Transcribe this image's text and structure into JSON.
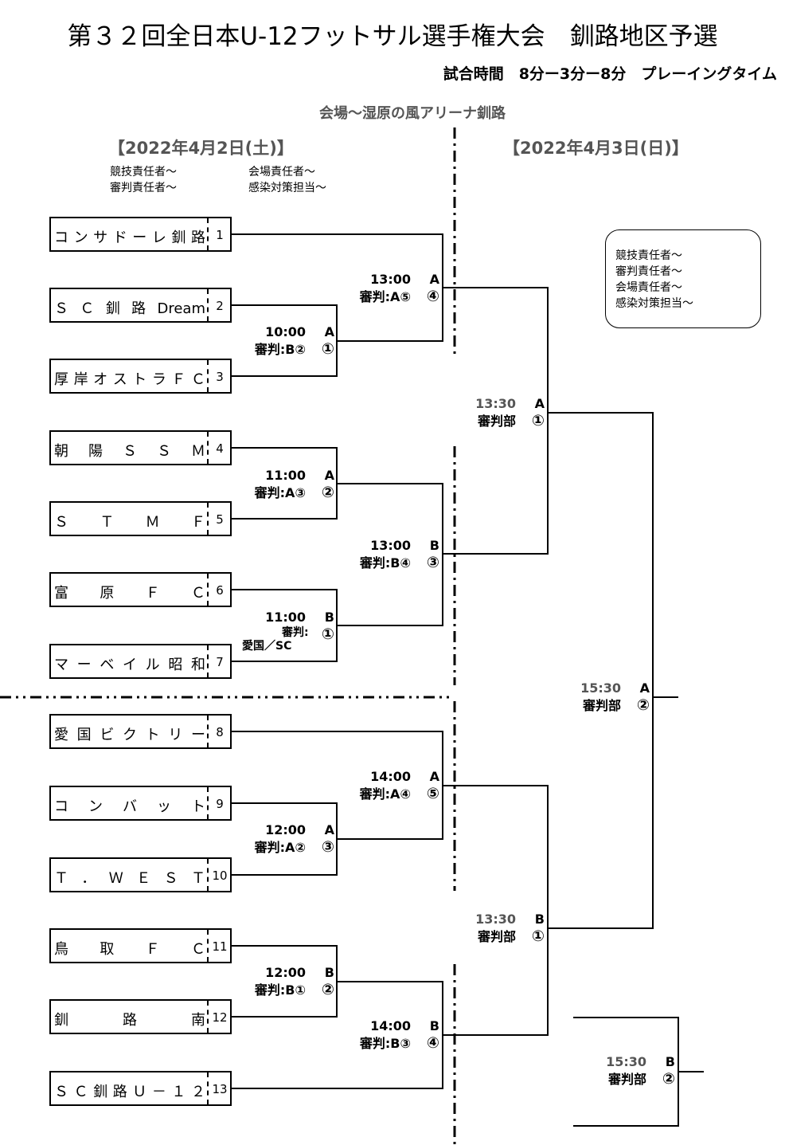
{
  "title": "第３２回全日本U-12フットサル選手権大会　釧路地区予選",
  "match_time": "試合時間　8分ー3分ー8分　プレーイングタイム",
  "venue": "会場～湿原の風アリーナ釧路",
  "dates": {
    "day1": "【2022年4月2日(土)】",
    "day2": "【2022年4月3日(日)】"
  },
  "staff_day1": {
    "left_1": "競技責任者～",
    "left_2": "審判責任者～",
    "right_1": "会場責任者～",
    "right_2": "感染対策担当～"
  },
  "staff_day2": [
    "競技責任者～",
    "審判責任者～",
    "会場責任者～",
    "感染対策担当～"
  ],
  "teams": [
    {
      "name": "コンサドーレ釧路",
      "num": "1"
    },
    {
      "name": "ＳＣ釧路Dream",
      "num": "2"
    },
    {
      "name": "厚岸オストラＦＣ",
      "num": "3"
    },
    {
      "name": "朝陽ＳＳＭ",
      "num": "4"
    },
    {
      "name": "ＳＴＭＦ",
      "num": "5"
    },
    {
      "name": "富原ＦＣ",
      "num": "6"
    },
    {
      "name": "マーベイル昭和",
      "num": "7"
    },
    {
      "name": "愛国ビクトリー",
      "num": "8"
    },
    {
      "name": "コンバット",
      "num": "9"
    },
    {
      "name": "Ｔ．ＷＥＳＴ",
      "num": "10"
    },
    {
      "name": "鳥取ＦＣ",
      "num": "11"
    },
    {
      "name": "釧路南",
      "num": "12"
    },
    {
      "name": "ＳＣ釧路Ｕ－１２",
      "num": "13"
    }
  ],
  "matches": [
    {
      "time": "10:00",
      "court": "A",
      "referee": "審判:B②",
      "no": "①"
    },
    {
      "time": "13:00",
      "court": "A",
      "referee": "審判:A⑤",
      "no": "④"
    },
    {
      "time": "11:00",
      "court": "A",
      "referee": "審判:A③",
      "no": "②"
    },
    {
      "time": "11:00",
      "court": "B",
      "referee_1": "審判:",
      "referee_2": "愛国／SC",
      "no": "①"
    },
    {
      "time": "13:00",
      "court": "B",
      "referee": "審判:B④",
      "no": "③"
    },
    {
      "time": "12:00",
      "court": "A",
      "referee": "審判:A②",
      "no": "③"
    },
    {
      "time": "14:00",
      "court": "A",
      "referee": "審判:A④",
      "no": "⑤"
    },
    {
      "time": "12:00",
      "court": "B",
      "referee": "審判:B①",
      "no": "②"
    },
    {
      "time": "14:00",
      "court": "B",
      "referee": "審判:B③",
      "no": "④"
    },
    {
      "time": "13:30",
      "court": "A",
      "referee": "審判部",
      "no": "①"
    },
    {
      "time": "13:30",
      "court": "B",
      "referee": "審判部",
      "no": "①"
    },
    {
      "time": "15:30",
      "court": "A",
      "referee": "審判部",
      "no": "②"
    },
    {
      "time": "15:30",
      "court": "B",
      "referee": "審判部",
      "no": "②"
    }
  ]
}
